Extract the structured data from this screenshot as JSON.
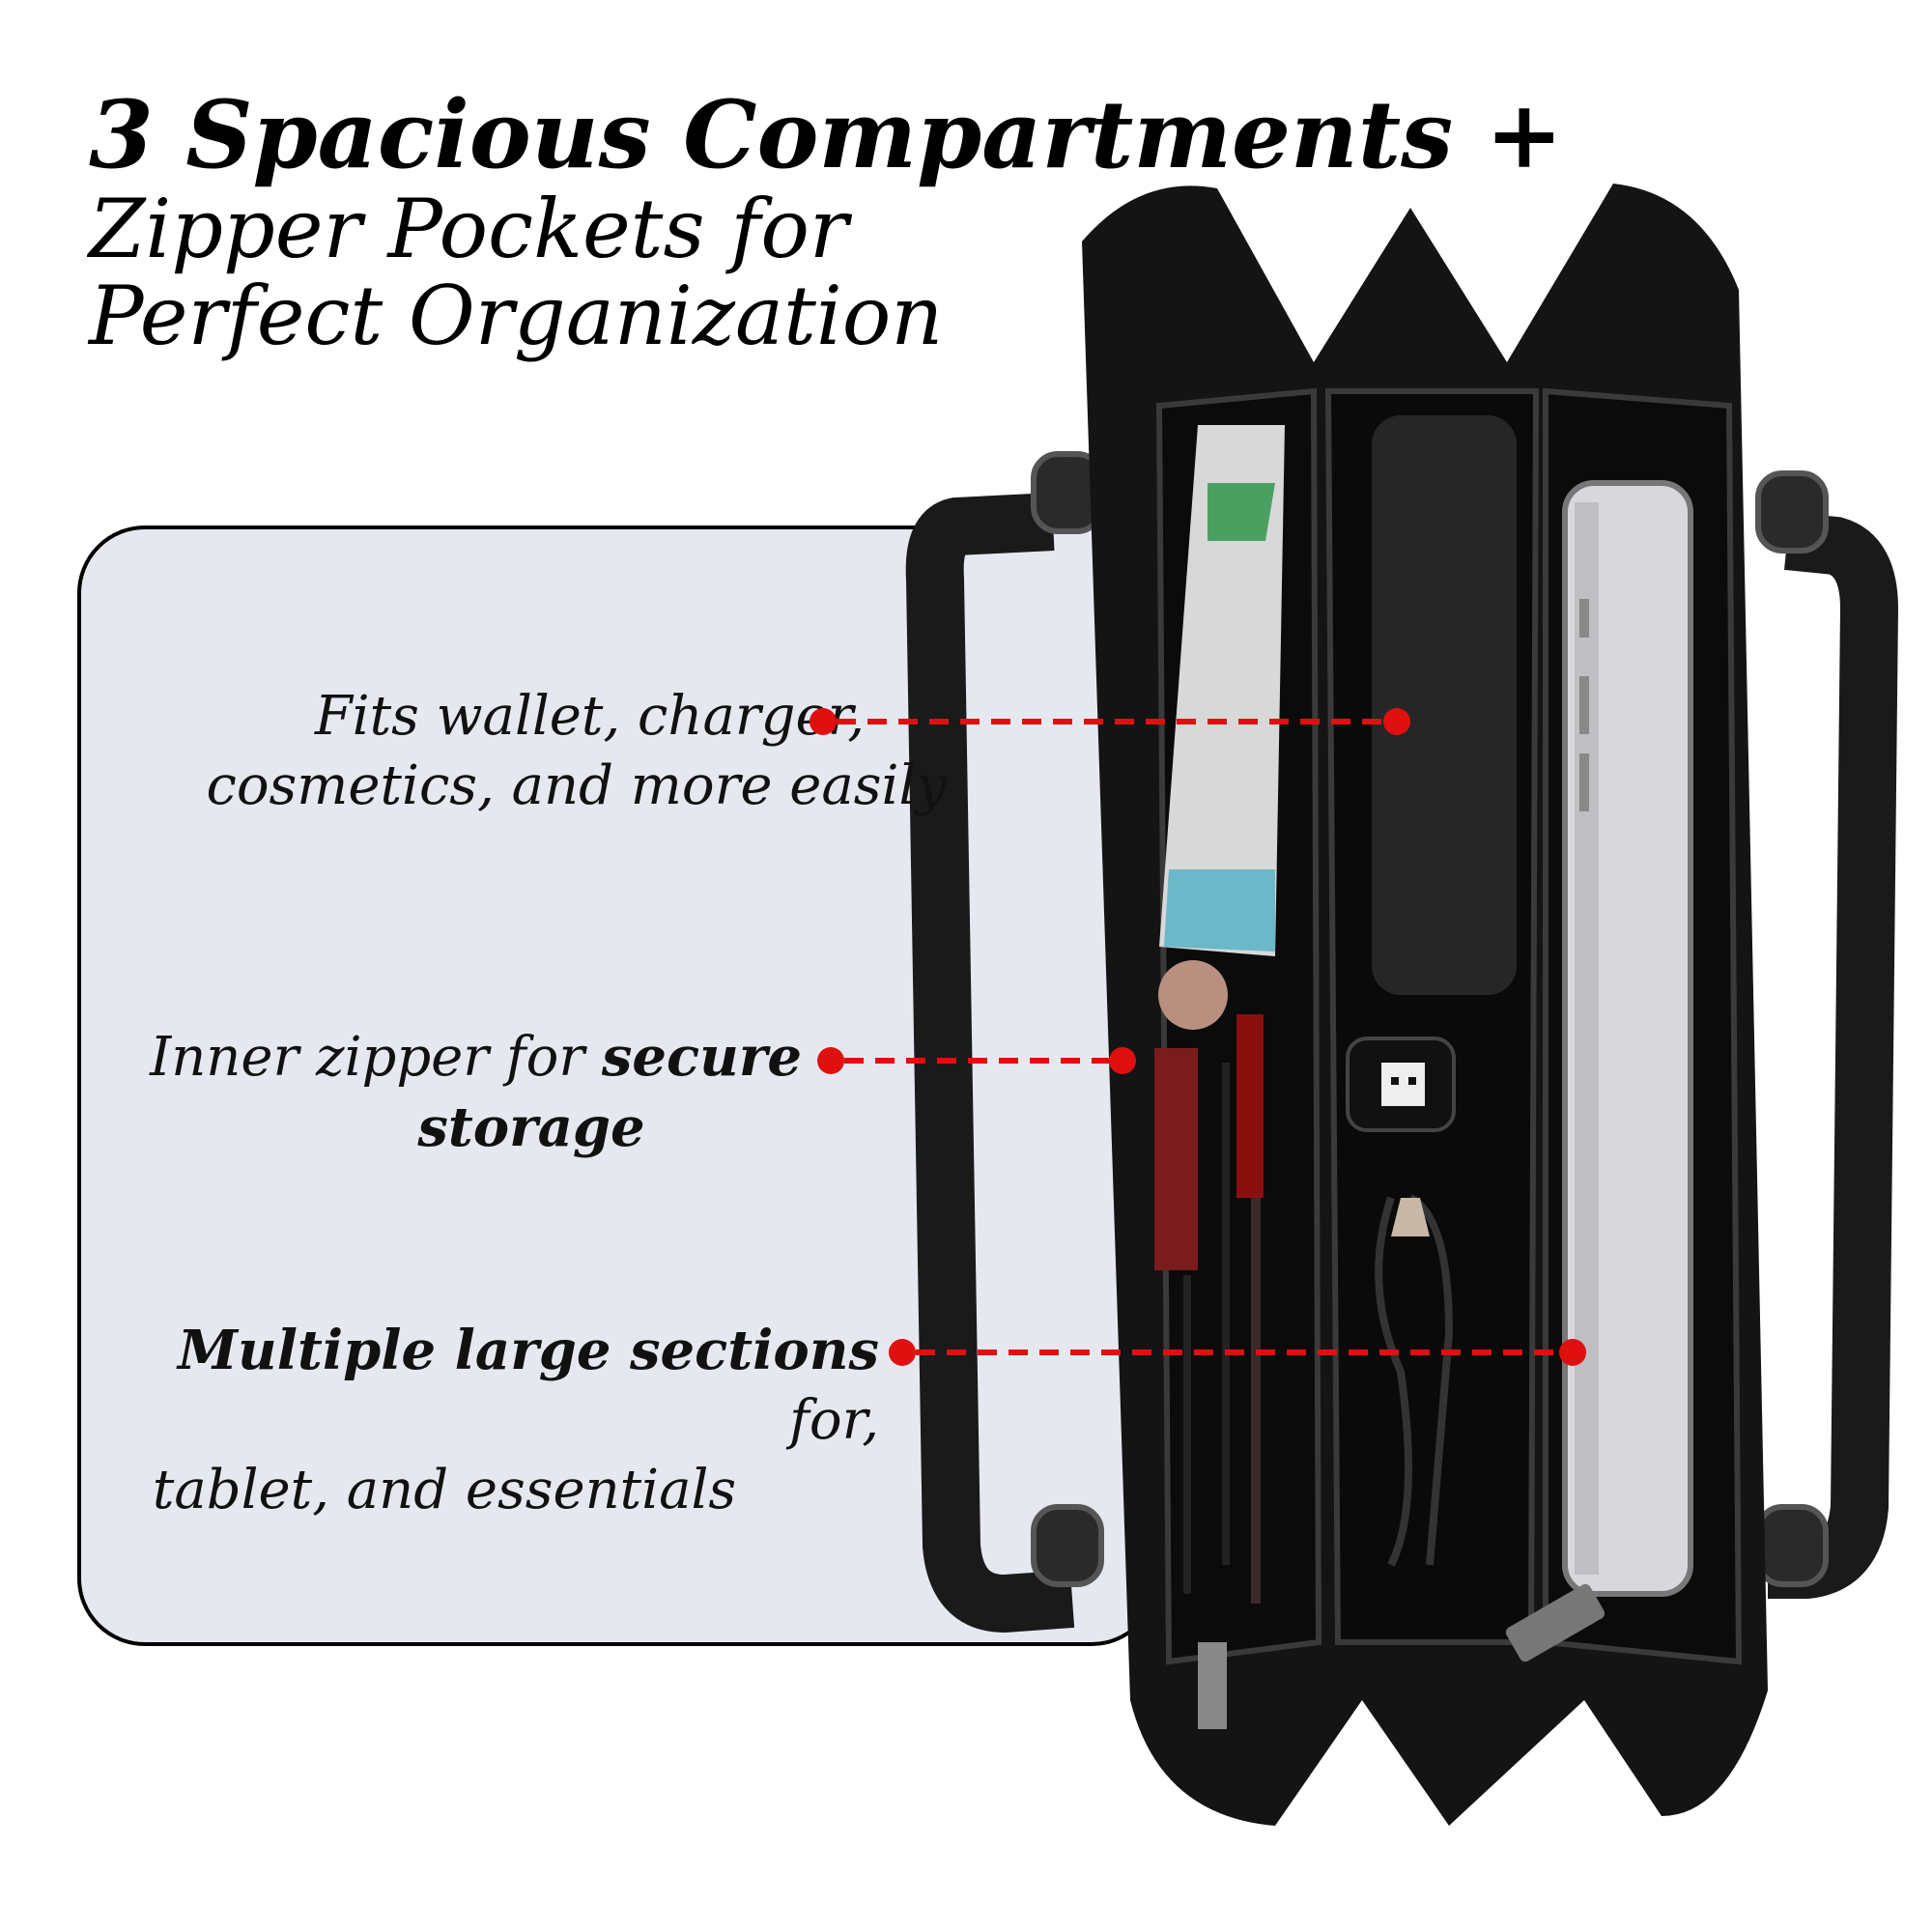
{
  "title": {
    "line1": "3 Spacious Compartments +",
    "line2": "Zipper Pockets for Perfect Organization"
  },
  "callouts": [
    {
      "line1": "Fits wallet, charger,",
      "line2": "cosmetics, and more easily"
    },
    {
      "prefix": "Inner zipper for ",
      "bold": "secure",
      "line2_bold": "storage"
    },
    {
      "bold": "Multiple large sections",
      "suffix": " for,",
      "line2": "tablet, and essentials"
    }
  ],
  "colors": {
    "panel_bg": "#e6e8f0",
    "accent_red": "#e01010",
    "bag_black": "#111111"
  },
  "image_elements": {
    "bag": "black-tote-bag-image",
    "usb_plug": "usb-plug",
    "tablet": "tablet-device",
    "lipstick": "lipstick",
    "tissues": "tissue-pack"
  }
}
